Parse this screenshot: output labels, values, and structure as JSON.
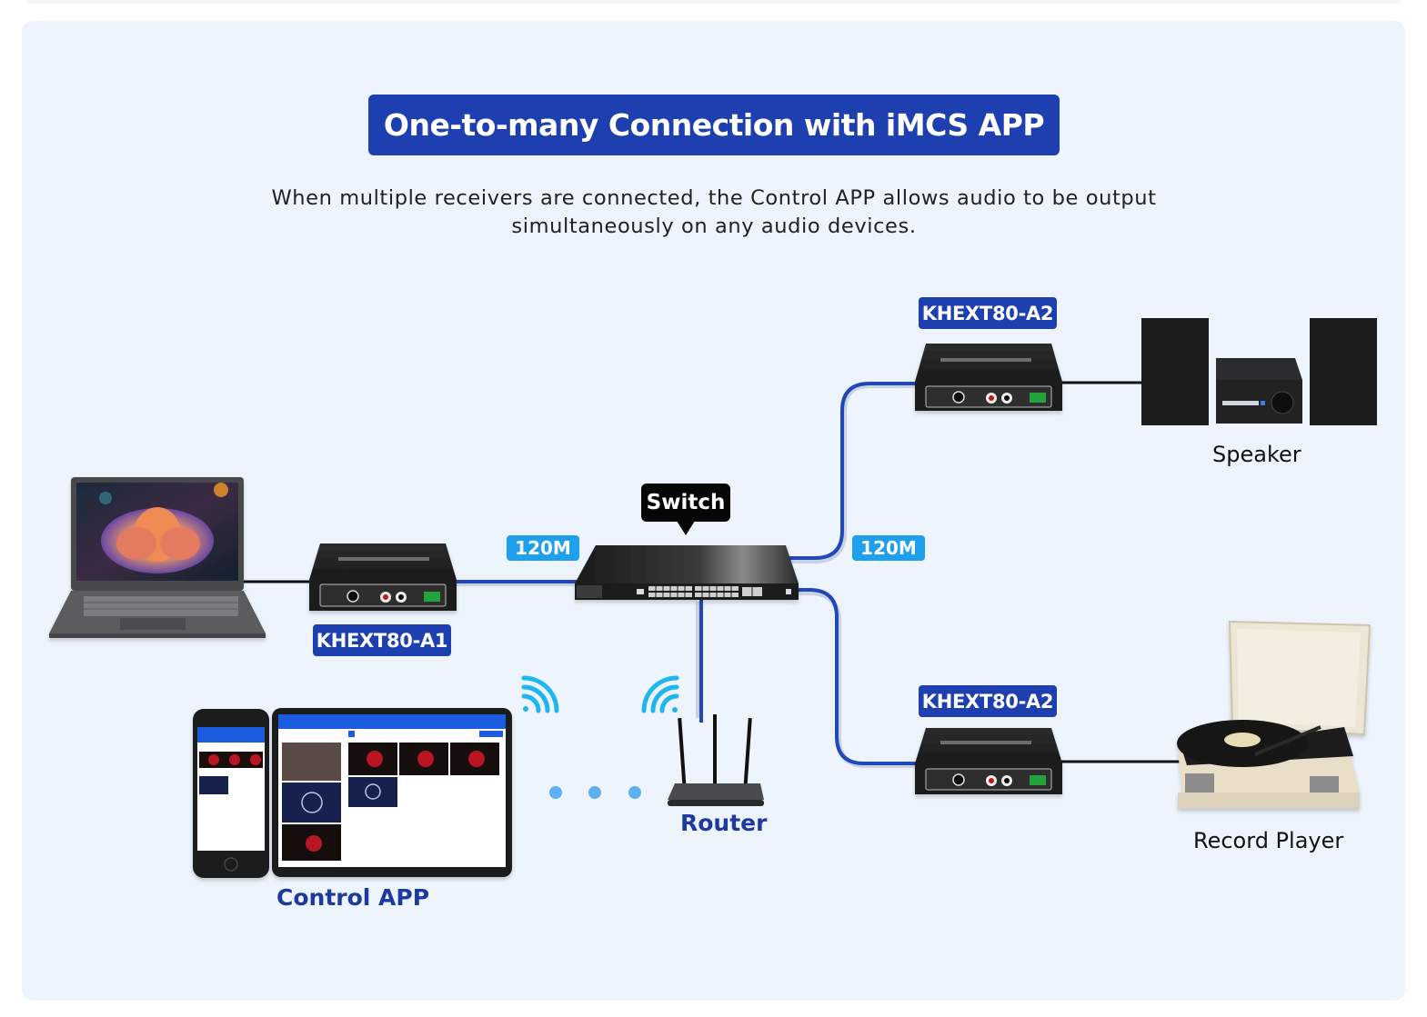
{
  "header": {
    "title": "One-to-many Connection with iMCS APP",
    "subtitle_line1": "When multiple receivers are connected, the Control APP allows audio to be output",
    "subtitle_line2": "simultaneously on any audio devices."
  },
  "devices": {
    "laptop": {
      "icon": "laptop-icon"
    },
    "transmitter": {
      "model": "KHEXT80-A1",
      "icon": "audio-extender-tx-icon"
    },
    "switch": {
      "label": "Switch",
      "icon": "network-switch-icon"
    },
    "receiver_top": {
      "model": "KHEXT80-A2",
      "icon": "audio-extender-rx-icon"
    },
    "receiver_bottom": {
      "model": "KHEXT80-A2",
      "icon": "audio-extender-rx-icon"
    },
    "speaker": {
      "label": "Speaker",
      "icon": "speaker-system-icon"
    },
    "record_player": {
      "label": "Record Player",
      "icon": "record-player-icon"
    },
    "router": {
      "label": "Router",
      "icon": "router-icon"
    },
    "control_app": {
      "label": "Control APP",
      "icon": "phone-tablet-icon"
    }
  },
  "links": {
    "tx_to_switch_speed": "120M",
    "switch_to_rx_speed": "120M"
  },
  "colors": {
    "brand_blue": "#1e3fb0",
    "speed_blue": "#1ea0ee",
    "cable_blue": "#2447b8",
    "wifi_cyan": "#1fb6ee",
    "panel_bg": "#edf4fd"
  }
}
